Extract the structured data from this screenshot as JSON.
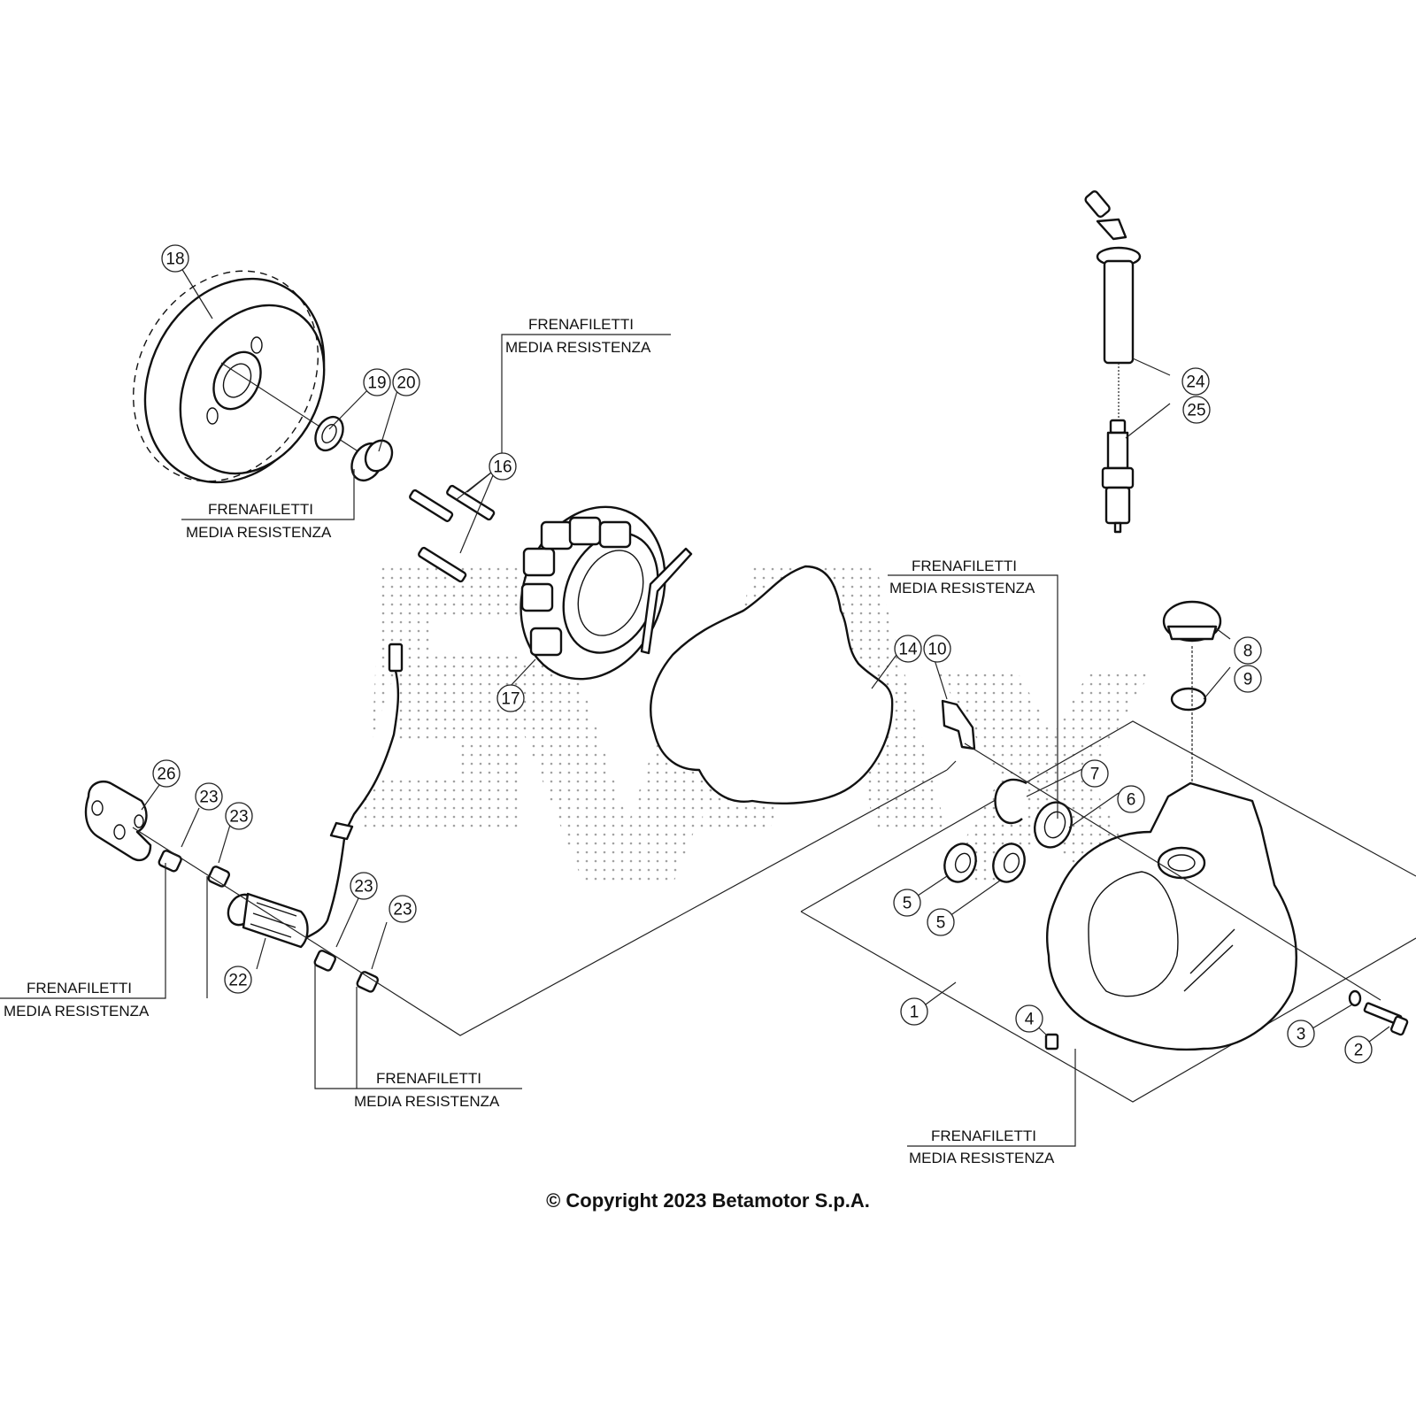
{
  "diagram": {
    "type": "exploded-parts-diagram",
    "callout_numbers": [
      "1",
      "2",
      "3",
      "4",
      "5",
      "5",
      "6",
      "7",
      "8",
      "9",
      "10",
      "14",
      "16",
      "17",
      "18",
      "19",
      "20",
      "22",
      "23",
      "23",
      "23",
      "23",
      "24",
      "25",
      "26"
    ],
    "notes": [
      {
        "line1": "FRENAFILETTI",
        "line2": "MEDIA RESISTENZA"
      },
      {
        "line1": "FRENAFILETTI",
        "line2": "MEDIA RESISTENZA"
      },
      {
        "line1": "FRENAFILETTI",
        "line2": "MEDIA RESISTENZA"
      },
      {
        "line1": "FRENAFILETTI",
        "line2": "MEDIA RESISTENZA"
      },
      {
        "line1": "FRENAFILETTI",
        "line2": "MEDIA RESISTENZA"
      },
      {
        "line1": "FRENAFILETTI",
        "line2": "MEDIA RESISTENZA"
      }
    ],
    "watermark_letters": "SVAX"
  },
  "footer": {
    "copyright": "© Copyright 2023 Betamotor S.p.A."
  }
}
